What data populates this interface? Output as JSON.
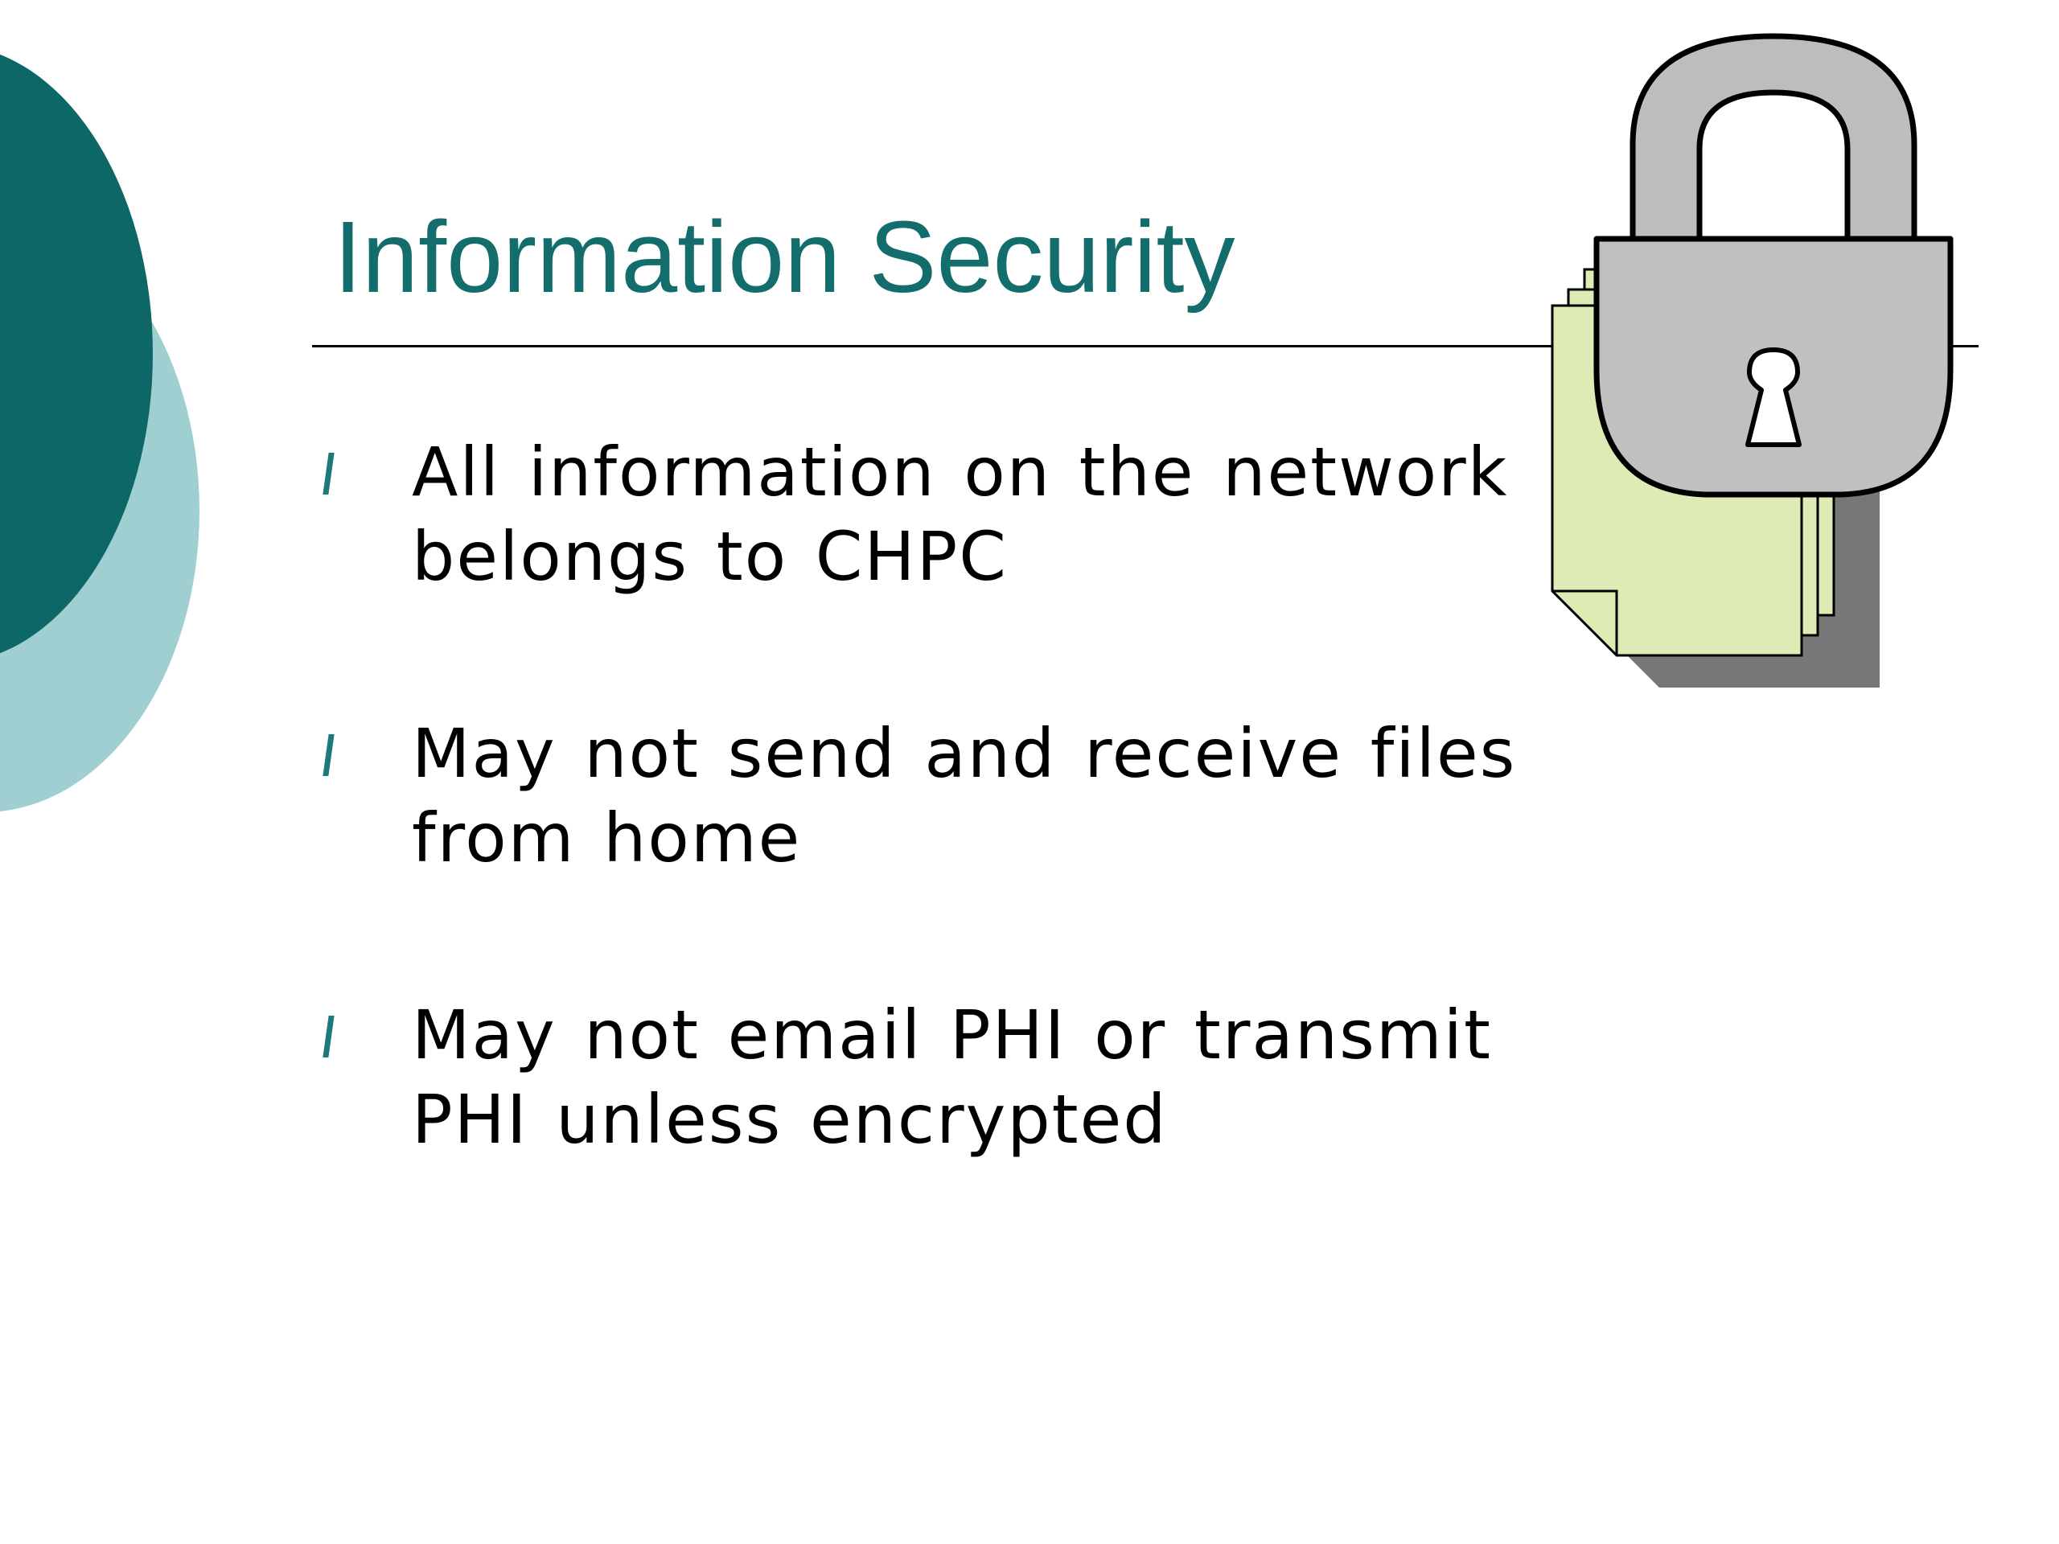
{
  "slide": {
    "title": "Information Security",
    "bullets": [
      {
        "text": "All information on the network belongs to CHPC"
      },
      {
        "text": "May not send and receive files from home"
      },
      {
        "text": "May not email PHI or transmit PHI unless encrypted"
      }
    ],
    "colors": {
      "title": "#136d6d",
      "circle_dark": "#0d6766",
      "circle_light": "#9fcfd0",
      "lock_body": "#c0c0c0",
      "document": "#dcecb4"
    },
    "icons": {
      "lock": "padlock-icon",
      "documents": "document-stack-icon",
      "bullet": "bullet-marker"
    }
  }
}
